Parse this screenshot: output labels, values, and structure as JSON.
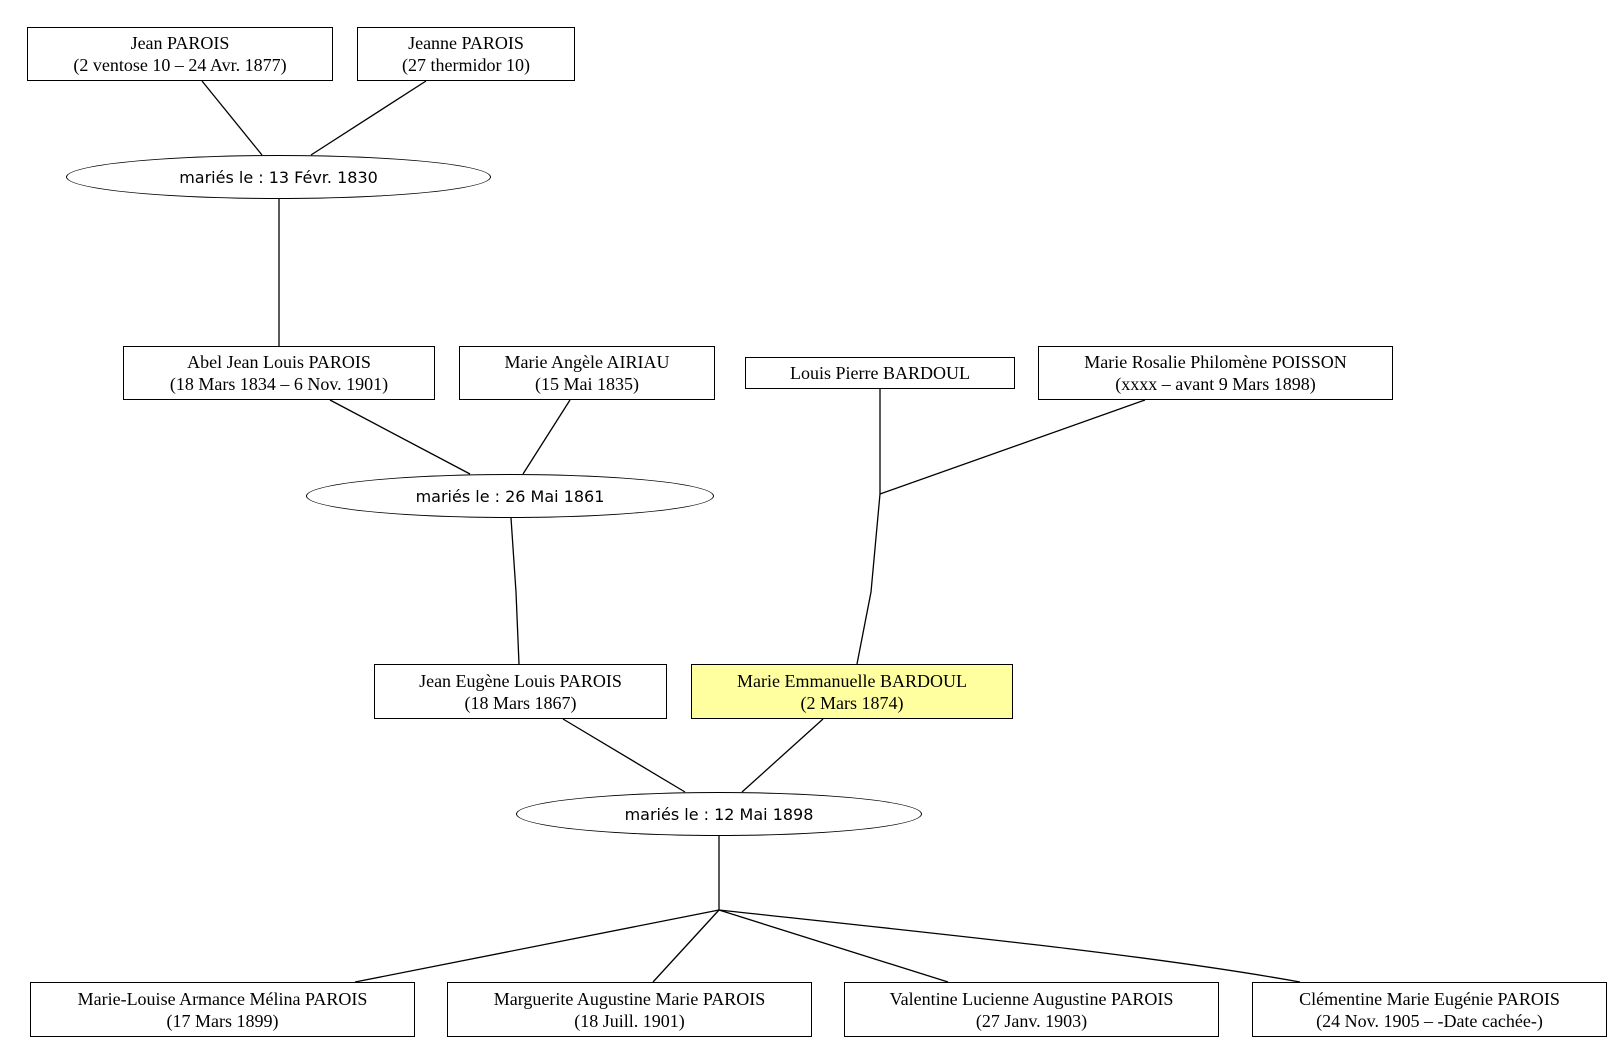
{
  "persons": {
    "jean_parois": {
      "name": "Jean PAROIS",
      "dates": "(2 ventose 10 – 24 Avr. 1877)"
    },
    "jeanne_parois": {
      "name": "Jeanne PAROIS",
      "dates": "(27 thermidor 10)"
    },
    "abel_parois": {
      "name": "Abel Jean Louis PAROIS",
      "dates": "(18 Mars 1834 – 6 Nov. 1901)"
    },
    "marie_angele_airiau": {
      "name": "Marie Angèle AIRIAU",
      "dates": "(15 Mai 1835)"
    },
    "louis_pierre_bardoul": {
      "name": "Louis Pierre BARDOUL"
    },
    "marie_rosalie_poisson": {
      "name": "Marie Rosalie Philomène POISSON",
      "dates": "(xxxx – avant 9 Mars 1898)"
    },
    "jean_eugene_parois": {
      "name": "Jean Eugène Louis PAROIS",
      "dates": "(18 Mars 1867)"
    },
    "marie_emmanuelle_bardoul": {
      "name": "Marie Emmanuelle BARDOUL",
      "dates": "(2 Mars 1874)"
    },
    "marie_louise_parois": {
      "name": "Marie-Louise Armance Mélina PAROIS",
      "dates": "(17 Mars 1899)"
    },
    "marguerite_parois": {
      "name": "Marguerite Augustine Marie PAROIS",
      "dates": "(18 Juill. 1901)"
    },
    "valentine_parois": {
      "name": "Valentine Lucienne Augustine PAROIS",
      "dates": "(27 Janv. 1903)"
    },
    "clementine_parois": {
      "name": "Clémentine Marie Eugénie PAROIS",
      "dates": "(24 Nov. 1905 – -Date cachée-)"
    }
  },
  "unions": {
    "u1830": "mariés le : 13 Févr. 1830",
    "u1861": "mariés le : 26 Mai 1861",
    "u1898": "mariés le : 12 Mai 1898"
  },
  "colors": {
    "highlight": "#ffff9f",
    "line": "#000000",
    "box_border": "#000000"
  }
}
